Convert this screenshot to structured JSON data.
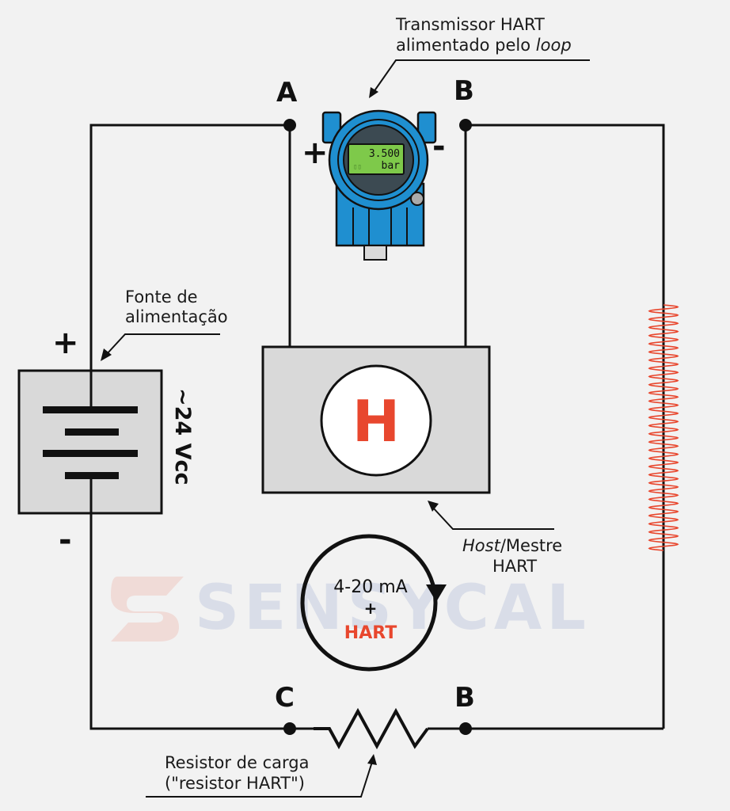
{
  "transmitter": {
    "caption_line1": "Transmissor HART",
    "caption_line2_prefix": "alimentado pelo ",
    "caption_line2_italic": "loop",
    "display_value": "3.500",
    "display_unit": "bar",
    "display_bargraph": "▯▯",
    "plus": "+",
    "minus": "-"
  },
  "nodes": {
    "A": "A",
    "B_top": "B",
    "C": "C",
    "B_bottom": "B"
  },
  "power_supply": {
    "caption_line1": "Fonte de",
    "caption_line2": "alimentação",
    "voltage": "~24 Vcc",
    "plus": "+",
    "minus": "-"
  },
  "host": {
    "letter": "H",
    "caption_italic": "Host",
    "caption_rest": "/Mestre",
    "caption_line2": "HART"
  },
  "loop": {
    "current": "4-20 mA",
    "plus": "+",
    "protocol": "HART"
  },
  "load_resistor": {
    "caption_line1": "Resistor de carga",
    "caption_line2": "(\"resistor HART\")"
  },
  "watermark": "SENSYCAL",
  "colors": {
    "background": "#f2f2f2",
    "wire": "#111111",
    "box_fill": "#d9d9d9",
    "accent_red": "#e8472e",
    "transmitter_blue": "#1f8fd0",
    "lcd_green": "#7ec94a",
    "coil_red": "#e8472e"
  }
}
